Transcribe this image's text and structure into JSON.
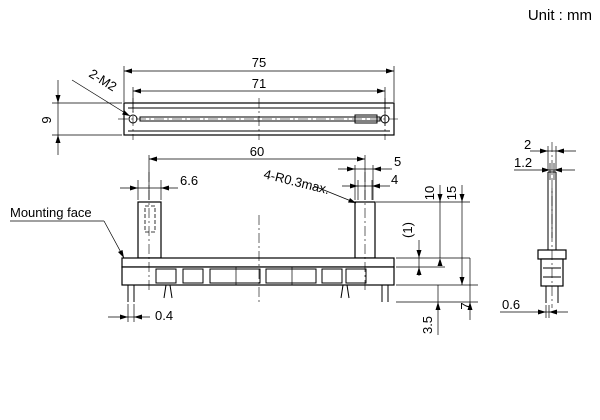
{
  "drawing": {
    "unit_label": "Unit : mm",
    "labels": {
      "mounting_face": "Mounting face",
      "screw_holes": "2-M2",
      "radius_note": "4-R0.3max."
    },
    "dimensions": {
      "overall_length": "75",
      "mount_pitch": "71",
      "body_width": "9",
      "travel": "60",
      "lever_width": "6.6",
      "d5": "5",
      "d4": "4",
      "h10": "10",
      "h15": "15",
      "h1": "(1)",
      "h7": "7",
      "h35": "3.5",
      "t04": "0.4",
      "s2": "2",
      "s12": "1.2",
      "s06": "0.6"
    }
  }
}
